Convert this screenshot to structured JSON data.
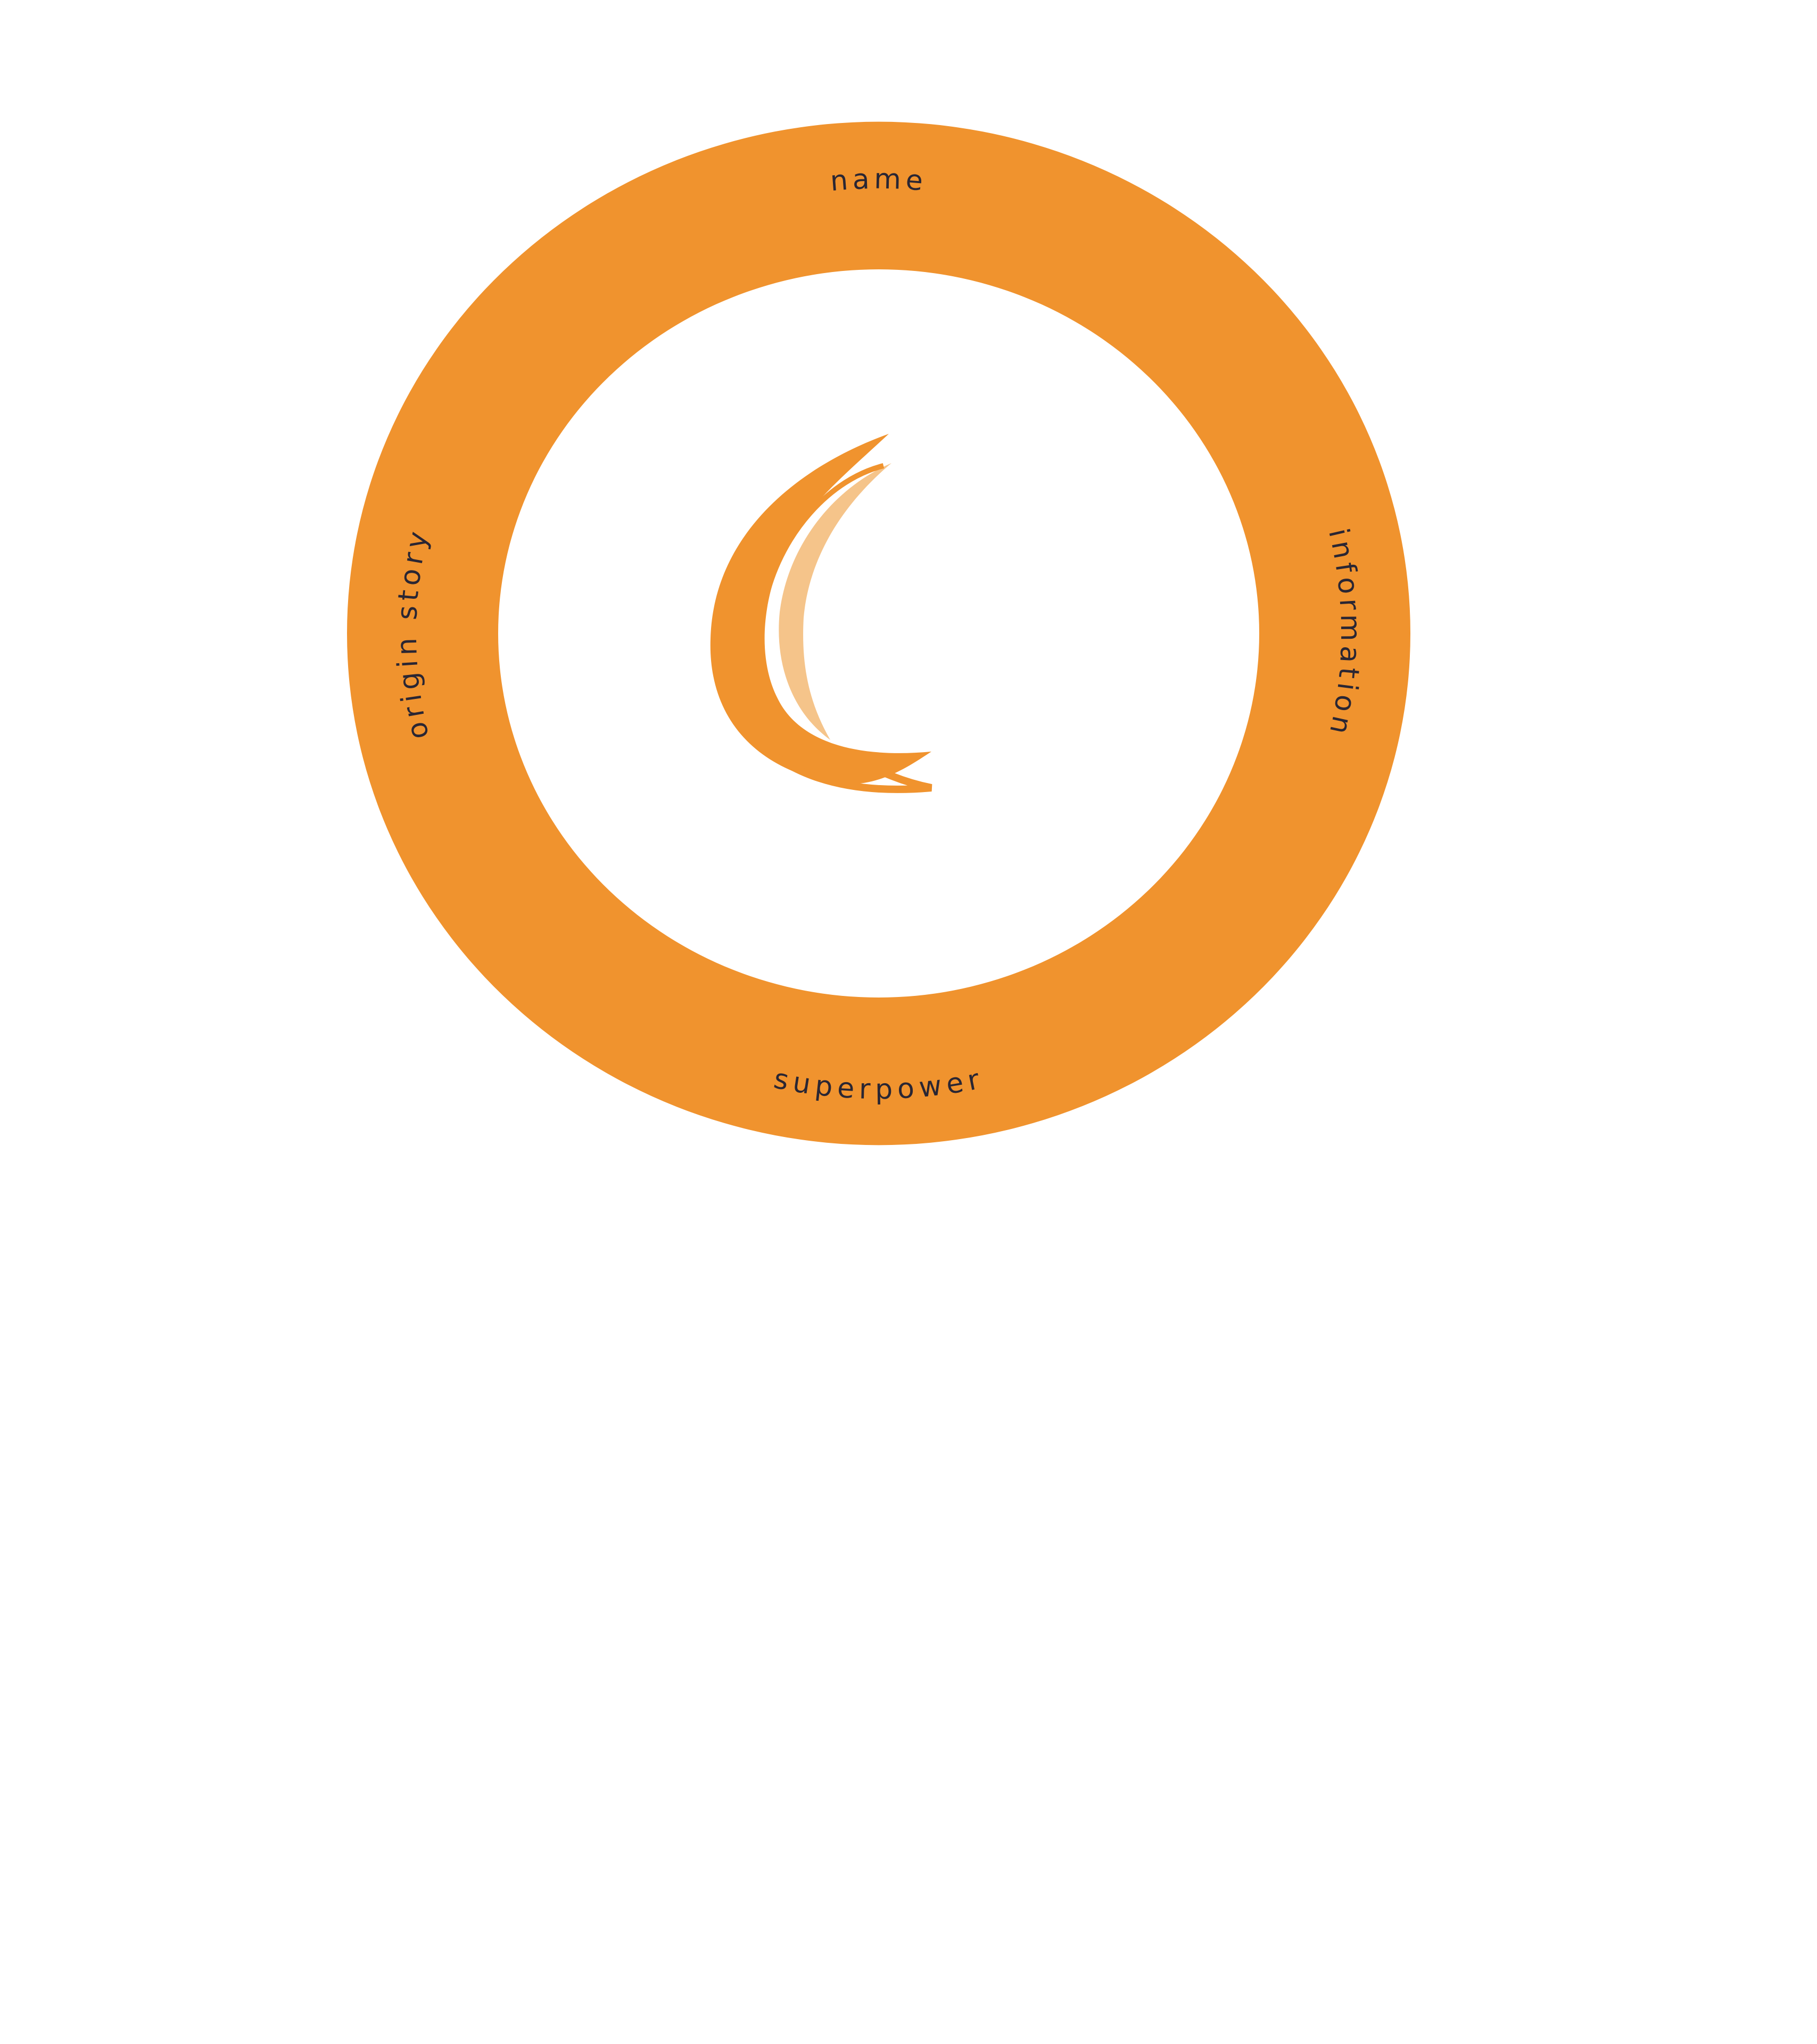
{
  "diagram": {
    "labels": {
      "top": "name",
      "right": "information",
      "bottom": "superpower",
      "left": "origin story"
    },
    "colors": {
      "ring": "#f0932e",
      "text": "#2a2633",
      "background": "#ffffff",
      "emblem_highlight": "#f5c48a"
    },
    "center_icon": "crescent-moon-icon"
  }
}
